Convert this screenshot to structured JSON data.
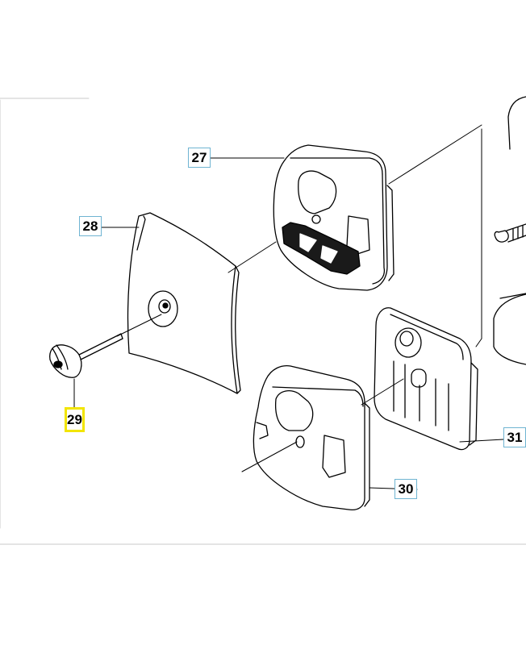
{
  "diagram": {
    "colors": {
      "line": "#000000",
      "callout_border": "#6fb4d2",
      "highlight_border": "#f2e500",
      "faint_rule": "#c8c8c8"
    },
    "callouts": [
      {
        "id": "27",
        "label": "27",
        "highlighted": false
      },
      {
        "id": "28",
        "label": "28",
        "highlighted": false
      },
      {
        "id": "29",
        "label": "29",
        "highlighted": true
      },
      {
        "id": "30",
        "label": "30",
        "highlighted": false
      },
      {
        "id": "31",
        "label": "31",
        "highlighted": false
      }
    ]
  }
}
